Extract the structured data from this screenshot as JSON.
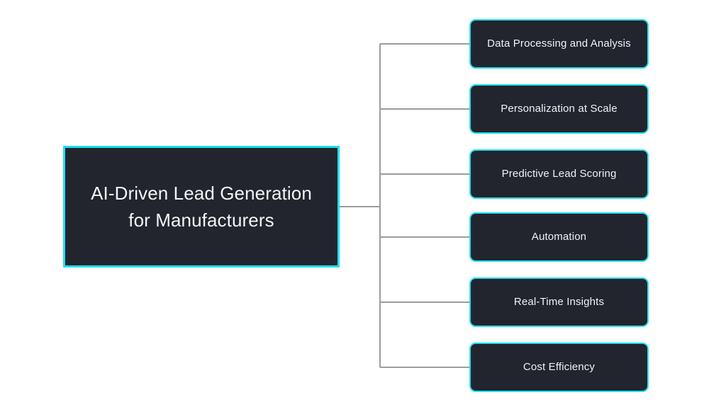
{
  "diagram": {
    "type": "horizontal-tree",
    "background_color": "#ffffff",
    "node_fill_color": "#22242e",
    "node_border_color": "#1ee0f0",
    "node_text_color": "#f1f2f5",
    "connector_color": "#9c9c9c",
    "root": {
      "label": "AI-Driven Lead Generation for Manufacturers",
      "line1": "AI-Driven Lead Generation",
      "line2": "for Manufacturers"
    },
    "branches": [
      {
        "label": "Data Processing and Analysis"
      },
      {
        "label": "Personalization at Scale"
      },
      {
        "label": "Predictive Lead Scoring"
      },
      {
        "label": "Automation"
      },
      {
        "label": "Real-Time Insights"
      },
      {
        "label": "Cost Efficiency"
      }
    ]
  }
}
